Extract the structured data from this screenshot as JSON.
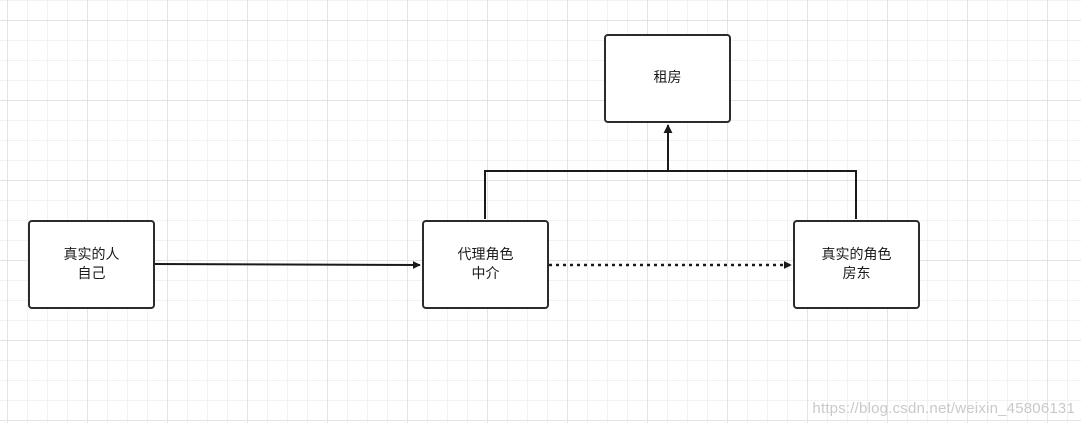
{
  "diagram": {
    "nodes": {
      "real_person": {
        "line1": "真实的人",
        "line2": "自己"
      },
      "proxy": {
        "line1": "代理角色",
        "line2": "中介"
      },
      "real_role": {
        "line1": "真实的角色",
        "line2": "房东"
      },
      "rent": {
        "label": "租房"
      }
    },
    "edges": [
      {
        "from": "real_person",
        "to": "proxy",
        "style": "solid",
        "arrow": true
      },
      {
        "from": "proxy",
        "to": "real_role",
        "style": "dotted",
        "arrow": true
      },
      {
        "from": "proxy",
        "to": "rent",
        "style": "solid",
        "arrow": true,
        "merged": true
      },
      {
        "from": "real_role",
        "to": "rent",
        "style": "solid",
        "arrow": true,
        "merged": true
      }
    ]
  },
  "watermark": "https://blog.csdn.net/weixin_45806131"
}
